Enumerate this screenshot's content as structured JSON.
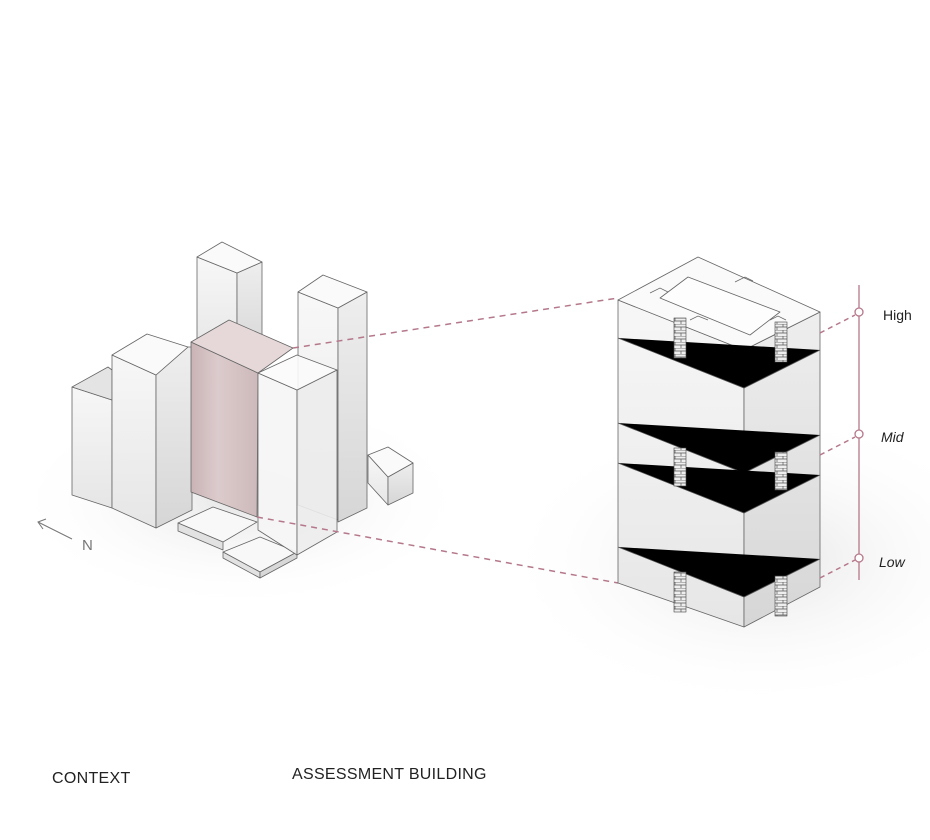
{
  "labels": {
    "context": "CONTEXT",
    "assessment_building": "ASSESSMENT BUILDING",
    "north": "N"
  },
  "levels": [
    {
      "label": "High"
    },
    {
      "label": "Mid"
    },
    {
      "label": "Low"
    }
  ],
  "colors": {
    "accent": "#b5788a",
    "highlight_building": "#d9c8c9"
  }
}
